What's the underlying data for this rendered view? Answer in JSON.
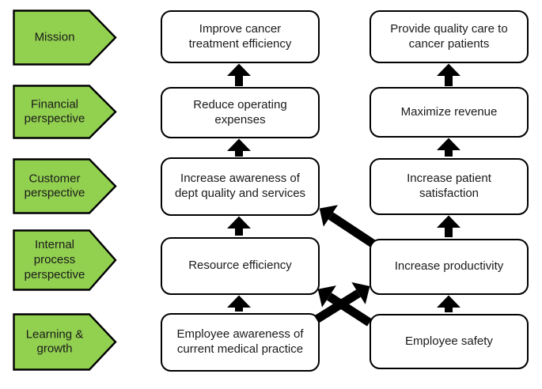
{
  "diagram": {
    "type": "strategy-map",
    "lanes": [
      {
        "perspective": "Mission",
        "middle": "Improve cancer\ntreatment efficiency",
        "right": "Provide quality care to\ncancer patients"
      },
      {
        "perspective": "Financial\nperspective",
        "middle": "Reduce operating\nexpenses",
        "right": "Maximize revenue"
      },
      {
        "perspective": "Customer\nperspective",
        "middle": "Increase awareness of\ndept quality and services",
        "right": "Increase patient\nsatisfaction"
      },
      {
        "perspective": "Internal\nprocess\nperspective",
        "middle": "Resource efficiency",
        "right": "Increase productivity"
      },
      {
        "perspective": "Learning &\ngrowth",
        "middle": "Employee awareness of\ncurrent medical practice",
        "right": "Employee safety"
      }
    ],
    "connections": [
      {
        "from": "Employee awareness of current medical practice",
        "to": "Resource efficiency"
      },
      {
        "from": "Resource efficiency",
        "to": "Increase awareness of dept quality and services"
      },
      {
        "from": "Increase awareness of dept quality and services",
        "to": "Reduce operating expenses"
      },
      {
        "from": "Reduce operating expenses",
        "to": "Improve cancer treatment efficiency"
      },
      {
        "from": "Employee safety",
        "to": "Increase productivity"
      },
      {
        "from": "Increase productivity",
        "to": "Increase patient satisfaction"
      },
      {
        "from": "Increase patient satisfaction",
        "to": "Maximize revenue"
      },
      {
        "from": "Maximize revenue",
        "to": "Provide quality care to cancer patients"
      },
      {
        "from": "Increase productivity",
        "to": "Increase awareness of dept quality and services"
      },
      {
        "from": "Employee safety",
        "to": "Resource efficiency"
      },
      {
        "from": "Employee awareness of current medical practice",
        "to": "Increase productivity"
      }
    ],
    "colors": {
      "perspective_fill": "#92D050",
      "perspective_border": "#000000",
      "node_fill": "#FFFFFF",
      "node_border": "#000000",
      "connector": "#000000",
      "background": "#FFFFFF",
      "text": "#1A1A1A"
    }
  }
}
